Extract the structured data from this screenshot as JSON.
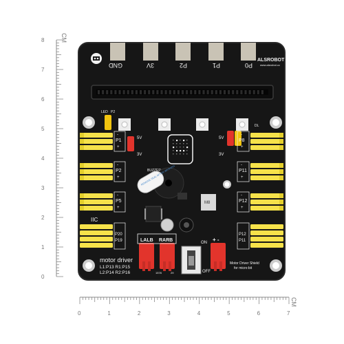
{
  "ruler": {
    "unit_label": "CM",
    "h_ticks": [
      "0",
      "1",
      "2",
      "3",
      "4",
      "5",
      "6",
      "7"
    ],
    "v_ticks": [
      "8",
      "7",
      "6",
      "5",
      "4",
      "3",
      "2",
      "1",
      "0"
    ]
  },
  "board": {
    "brand": "ALSROBOT",
    "brand_url": "www.alsrobot.cc",
    "pads": [
      "GND",
      "3V",
      "P2",
      "P1",
      "P0"
    ],
    "led_label": "LED",
    "led_pin": "P2",
    "dl_label": "DL",
    "v5_left": "5V",
    "v3_left": "3V",
    "v5_right": "5V",
    "v3_right": "3V",
    "buzzer_label": "BUZZER",
    "buzzer_pin": "P0",
    "left_ports": [
      "P1",
      "P2",
      "P5"
    ],
    "iic_label": "IIC",
    "iic_pins": [
      "P20",
      "P19"
    ],
    "right_ports": [
      "P8",
      "P11",
      "P12"
    ],
    "right_iic_pins": [
      "P12",
      "P11"
    ],
    "motor_labels": [
      "LALB",
      "RARB"
    ],
    "switch_on": "ON",
    "switch_off": "OFF",
    "title": "motor driver",
    "map_line1": "L1:P13  R1:P15",
    "map_line2": "L2:P14  R2:P16",
    "footer1": "Motor Driver Shield",
    "footer2": "for micro:bit",
    "chip_label": "M8",
    "small_codes": [
      "1578",
      "29"
    ],
    "buzzer_sticker": "REMOVE SEAL AFTER WASHING"
  },
  "colors": {
    "pcb": "#161616",
    "gold": "#c9c3b5",
    "header_yellow": "#f6e24a",
    "jst_red": "#e2342c",
    "jumper_yellow": "#f1c40f",
    "silk": "#f2f2f2"
  }
}
